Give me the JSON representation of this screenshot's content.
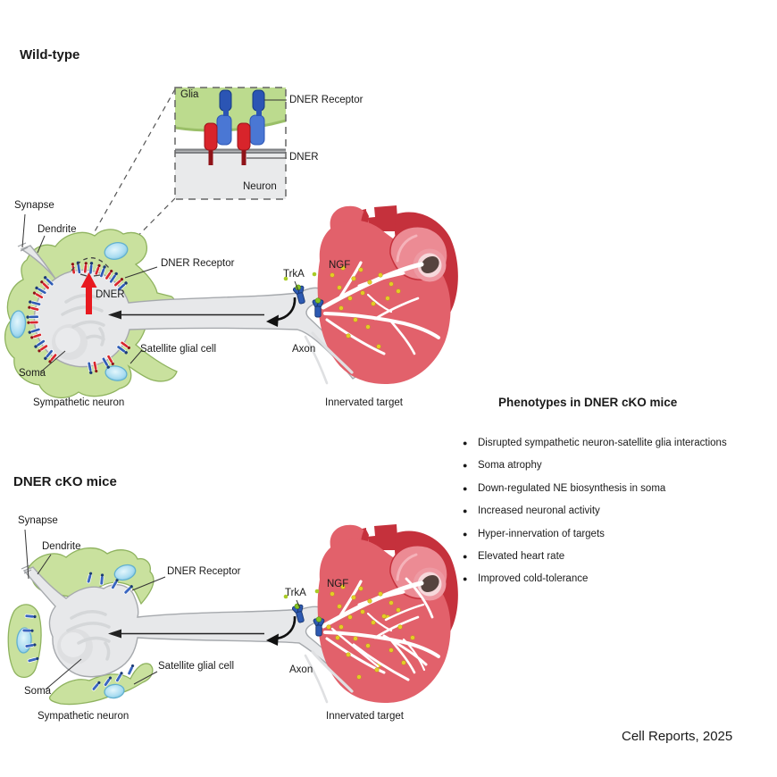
{
  "wildtype": {
    "title": "Wild-type",
    "inset": {
      "glia_label": "Glia",
      "neuron_label": "Neuron",
      "receptor_label": "DNER Receptor",
      "dner_label": "DNER"
    },
    "labels": {
      "synapse": "Synapse",
      "dendrite": "Dendrite",
      "dner_receptor": "DNER Receptor",
      "dner": "DNER",
      "satellite": "Satellite glial cell",
      "soma": "Soma",
      "trka": "TrkA",
      "ngf": "NGF",
      "axon": "Axon"
    },
    "captions": {
      "neuron": "Sympathetic neuron",
      "target": "Innervated target"
    }
  },
  "cko": {
    "title": "DNER cKO mice",
    "labels": {
      "synapse": "Synapse",
      "dendrite": "Dendrite",
      "dner_receptor": "DNER Receptor",
      "satellite": "Satellite glial cell",
      "soma": "Soma",
      "trka": "TrkA",
      "ngf": "NGF",
      "axon": "Axon"
    },
    "captions": {
      "neuron": "Sympathetic neuron",
      "target": "Innervated target"
    }
  },
  "phenotypes": {
    "title": "Phenotypes in DNER cKO mice",
    "items": [
      "Disrupted sympathetic neuron-satellite glia interactions",
      "Soma atrophy",
      "Down-regulated NE biosynthesis in soma",
      "Increased neuronal activity",
      "Hyper-innervation of targets",
      "Elevated heart rate",
      "Improved cold-tolerance"
    ]
  },
  "credit": "Cell Reports, 2025",
  "icons": {
    "bullet": "●"
  },
  "colors": {
    "glia_green": "#c9e19e",
    "glia_border": "#8fb35f",
    "soma_gray": "#e7e8ea",
    "receptor_blue": "#2f5cb5",
    "dner_red": "#d8242b",
    "heart_red": "#e2616b",
    "heart_dark_red": "#c5313c",
    "ngf_yellow": "#e3cc26",
    "nucleus_blue": "#a9dcf1",
    "arrow_red": "#e8191f"
  }
}
